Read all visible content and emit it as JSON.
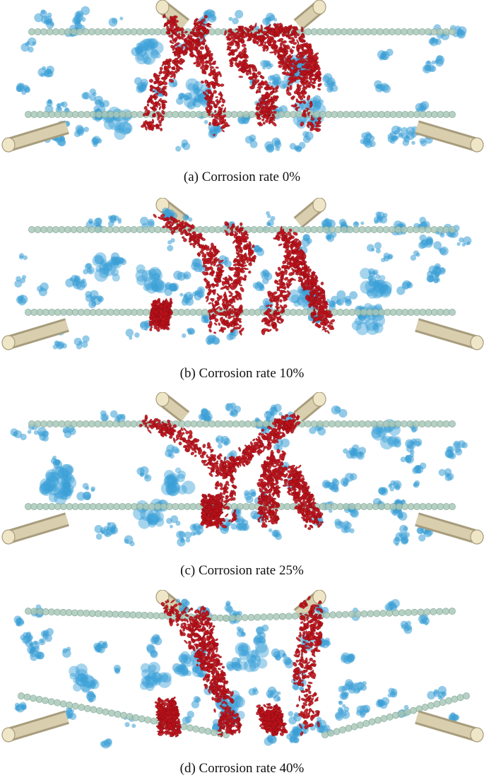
{
  "figure": {
    "panels": [
      {
        "id": "a",
        "caption": "(a) Corrosion rate 0%",
        "corrosion_pct": 0
      },
      {
        "id": "b",
        "caption": "(b) Corrosion rate 10%",
        "corrosion_pct": 10
      },
      {
        "id": "c",
        "caption": "(c) Corrosion rate 25%",
        "corrosion_pct": 25
      },
      {
        "id": "d",
        "caption": "(d) Corrosion rate 40%",
        "corrosion_pct": 40
      }
    ],
    "colors": {
      "rebar_particles": "#a9c8b8",
      "aggregate_particles": "#3a9fd6",
      "crack_elements": "#c0121b",
      "support_rollers": "#d9cfae",
      "background": "#ffffff"
    },
    "legend_icons": [
      "rebar-particle-icon",
      "aggregate-icon",
      "crack-icon",
      "support-roller-icon"
    ]
  }
}
